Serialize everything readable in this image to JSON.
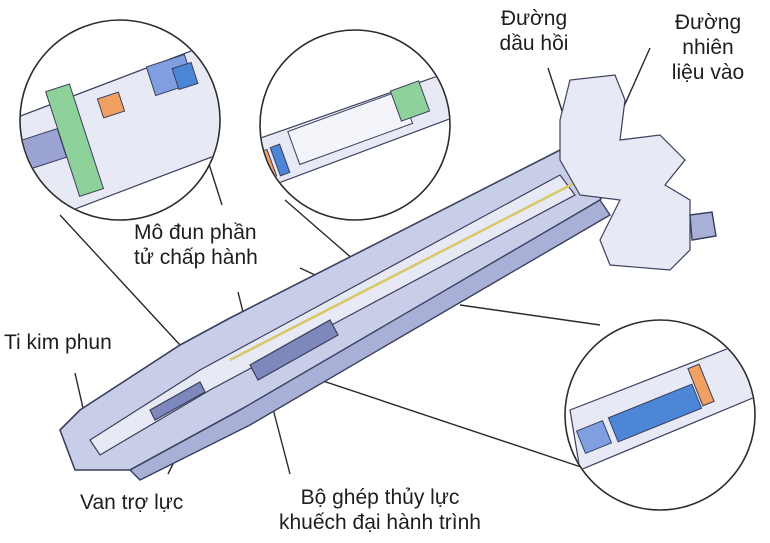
{
  "title": "Piezo injector cross-section",
  "labels": {
    "return_line": [
      "Đường",
      "dầu hồi"
    ],
    "fuel_inlet": [
      "Đường",
      "nhiên",
      "liệu vào"
    ],
    "actuator_module": [
      "Mô đun phần",
      "tử chấp hành"
    ],
    "nozzle_needle": "Ti kim phun",
    "servo_valve": "Van trợ lực",
    "hydraulic_coupler": [
      "Bộ ghép thủy lực",
      "khuếch đại hành trình"
    ]
  },
  "colors": {
    "body": "#c8cde8",
    "body_shadow": "#a9b0d8",
    "green_part": "#8fd19a",
    "blue_part": "#4d86d6",
    "orange_part": "#f0a060",
    "fuel_line": "#d8c86a",
    "leader_line": "#2a2a2a"
  }
}
